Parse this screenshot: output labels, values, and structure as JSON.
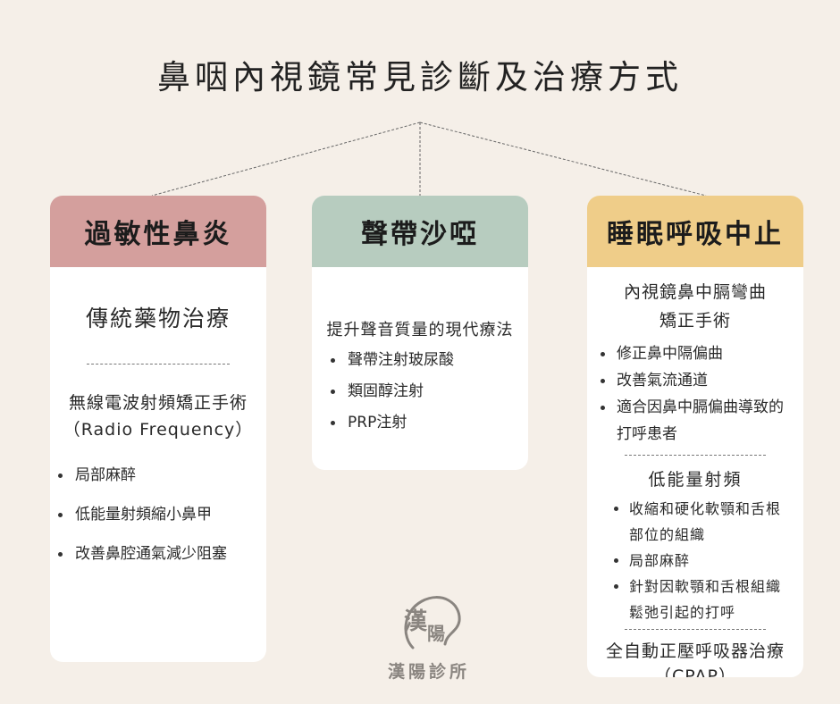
{
  "title": "鼻咽內視鏡常見診斷及治療方式",
  "cards": [
    {
      "header": "過敏性鼻炎",
      "color": "#d49f9d",
      "sub1": "傳統藥物治療",
      "sub2_line1": "無線電波射頻矯正手術",
      "sub2_line2": "（Radio Frequency）",
      "items": [
        "局部麻醉",
        "低能量射頻縮小鼻甲",
        "改善鼻腔通氣減少阻塞"
      ]
    },
    {
      "header": "聲帶沙啞",
      "color": "#b7ccbf",
      "sub1": "提升聲音質量的現代療法",
      "items": [
        "聲帶注射玻尿酸",
        "類固醇注射",
        "PRP注射"
      ]
    },
    {
      "header": "睡眠呼吸中止",
      "color": "#efcd89",
      "sub1_line1": "內視鏡鼻中膈彎曲",
      "sub1_line2": "矯正手術",
      "items1": [
        "修正鼻中隔偏曲",
        "改善氣流通道",
        "適合因鼻中膈偏曲導致的打呼患者"
      ],
      "sub2": "低能量射頻",
      "items2": [
        "收縮和硬化軟顎和舌根部位的組織",
        "局部麻醉",
        "針對因軟顎和舌根組織鬆弛引起的打呼"
      ],
      "sub3_line1": "全自動正壓呼吸器治療",
      "sub3_line2": "（CPAP）"
    }
  ],
  "logo": {
    "char1": "漢",
    "char2": "陽",
    "name": "漢陽診所"
  }
}
